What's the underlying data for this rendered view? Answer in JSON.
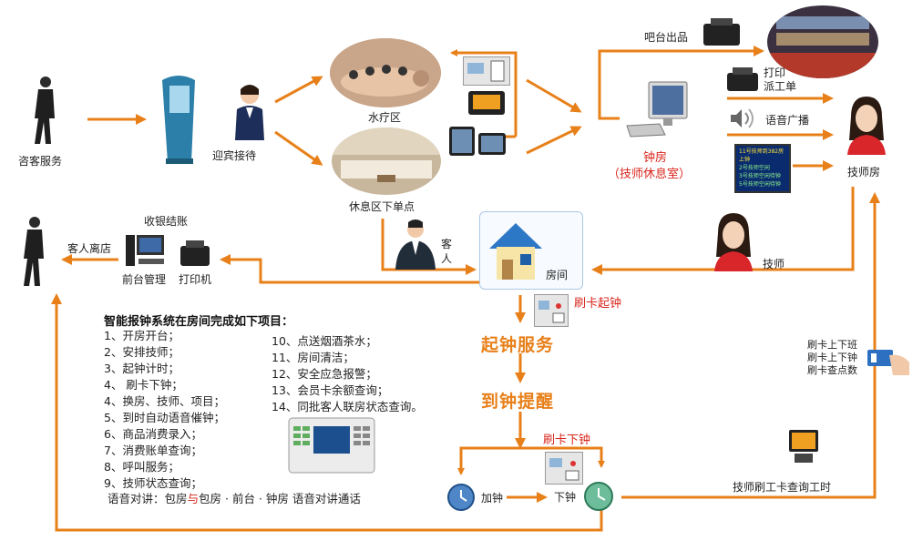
{
  "labels": {
    "consult": "咨客服务",
    "welcome": "迎宾接待",
    "spa": "水疗区",
    "rest": "休息区下单点",
    "bar": "吧台出品",
    "print_dispatch": "打印\n派工单",
    "voice": "语音广播",
    "clock_room_1": "钟房",
    "clock_room_2": "（技师休息室）",
    "tech_room": "技师房",
    "tech": "技师",
    "guest": "客\n人",
    "room": "房间",
    "card_start": "刷卡起钟",
    "start_service": "起钟服务",
    "due_remind": "到钟提醒",
    "card_end": "刷卡下钟",
    "add_clock": "加钟",
    "end_clock": "下钟",
    "tech_card_query": "技师刷工卡查询工时",
    "tech_card_side": "刷卡上下班\n刷卡上下钟\n刷卡查点数",
    "checkout": "收银结账",
    "guest_leave": "客人离店",
    "front_desk": "前台管理",
    "printer": "打印机"
  },
  "screen_text": [
    "11号技师到382房上钟",
    "2号技师空闲",
    "3号技师空闲待钟",
    "5号技师空闲待钟"
  ],
  "system": {
    "title": "智能报钟系统在房间完成如下项目：",
    "left_items": [
      "1、开房开台；",
      "2、安排技师；",
      "3、起钟计时；",
      "4、 刷卡下钟；",
      "4、换房、技师、项目；",
      "5、到时自动语音催钟；",
      "6、商品消费录入；",
      "7、消费账单查询；",
      "8、呼叫服务；",
      "9、技师状态查询；"
    ],
    "right_items": [
      "10、点送烟酒茶水；",
      "11、房间清洁；",
      "12、安全应急报警；",
      "13、会员卡余额查询；",
      "14、同批客人联房状态查询。"
    ],
    "intercom_a": "语音对讲：包房",
    "intercom_b": "与",
    "intercom_c": "包房 · 前台 · 钟房 语音对讲通话"
  },
  "colors": {
    "arrow": "#e8801a",
    "accent_red": "#d9261c"
  }
}
